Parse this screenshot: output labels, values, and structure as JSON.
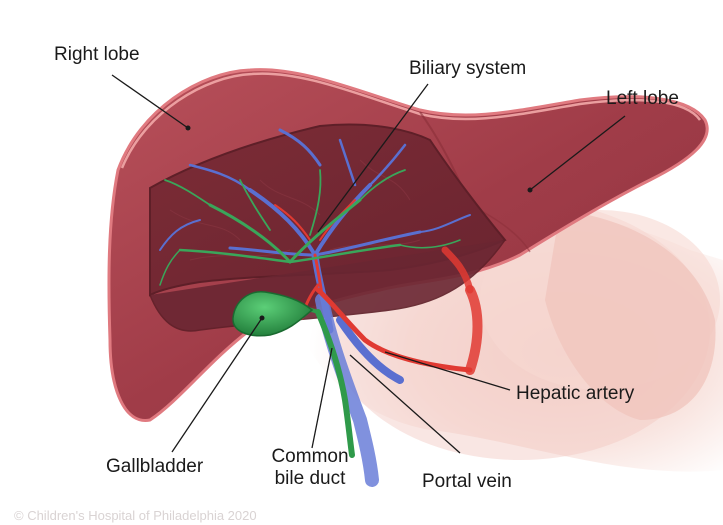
{
  "labels": {
    "right_lobe": "Right lobe",
    "biliary_system": "Biliary system",
    "left_lobe": "Left lobe",
    "hepatic_artery": "Hepatic artery",
    "gallbladder": "Gallbladder",
    "common_bile_duct_line1": "Common",
    "common_bile_duct_line2": "bile duct",
    "portal_vein": "Portal vein"
  },
  "copyright": "© Children's Hospital of Philadelphia 2020",
  "colors": {
    "liver_tissue": "#a8404a",
    "liver_cut_surface": "#7a2a34",
    "capsule_edge": "#e08a8a",
    "biliary": "#3aa65a",
    "portal_vein": "#5a6fd0",
    "hepatic_artery": "#e03a32",
    "gallbladder": "#2f9a4a"
  }
}
